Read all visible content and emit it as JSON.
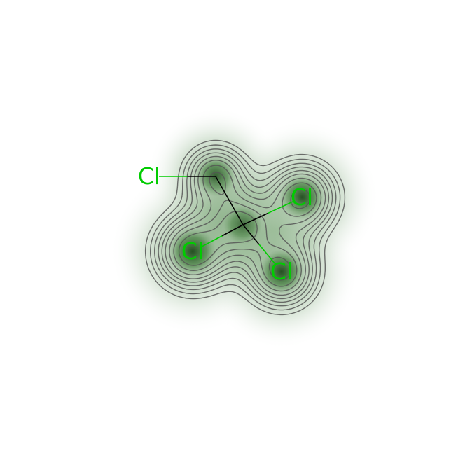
{
  "molecule": {
    "atoms": [
      {
        "id": "a0",
        "label": "Cl",
        "element": "Cl",
        "color": "#00cc00"
      },
      {
        "id": "a1",
        "label": "",
        "element": "C",
        "color": "#000000"
      },
      {
        "id": "a2",
        "label": "Cl",
        "element": "Cl",
        "color": "#00cc00"
      },
      {
        "id": "a3",
        "label": "",
        "element": "C",
        "color": "#000000"
      },
      {
        "id": "a4",
        "label": "Cl",
        "element": "Cl",
        "color": "#00cc00"
      },
      {
        "id": "a5",
        "label": "Cl",
        "element": "Cl",
        "color": "#00cc00"
      }
    ],
    "bonds": [
      {
        "from": "a0",
        "to": "a1"
      },
      {
        "from": "a1",
        "to": "a3"
      },
      {
        "from": "a3",
        "to": "a2"
      },
      {
        "from": "a3",
        "to": "a4"
      },
      {
        "from": "a3",
        "to": "a5"
      }
    ],
    "density_color": "#2e6b2a",
    "contour_color": "#555555",
    "bond_color": "#000000",
    "halogen_color": "#00cc00"
  }
}
